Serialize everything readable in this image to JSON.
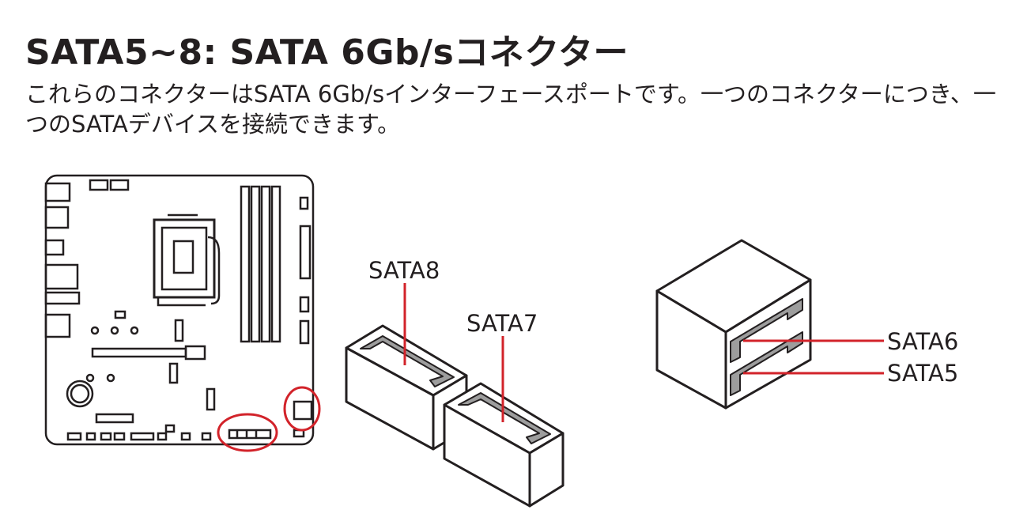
{
  "page": {
    "title": "SATA5~8: SATA 6Gb/sコネクター",
    "description": "これらのコネクターはSATA 6Gb/sインターフェースポートです。一つのコネクターにつき、一つのSATAデバイスを接続できます。"
  },
  "connectors": {
    "sata8": "SATA8",
    "sata7": "SATA7",
    "sata6": "SATA6",
    "sata5": "SATA5"
  },
  "colors": {
    "text": "#231f20",
    "highlight": "#d2232a",
    "port_fill": "#9d9d9d"
  }
}
